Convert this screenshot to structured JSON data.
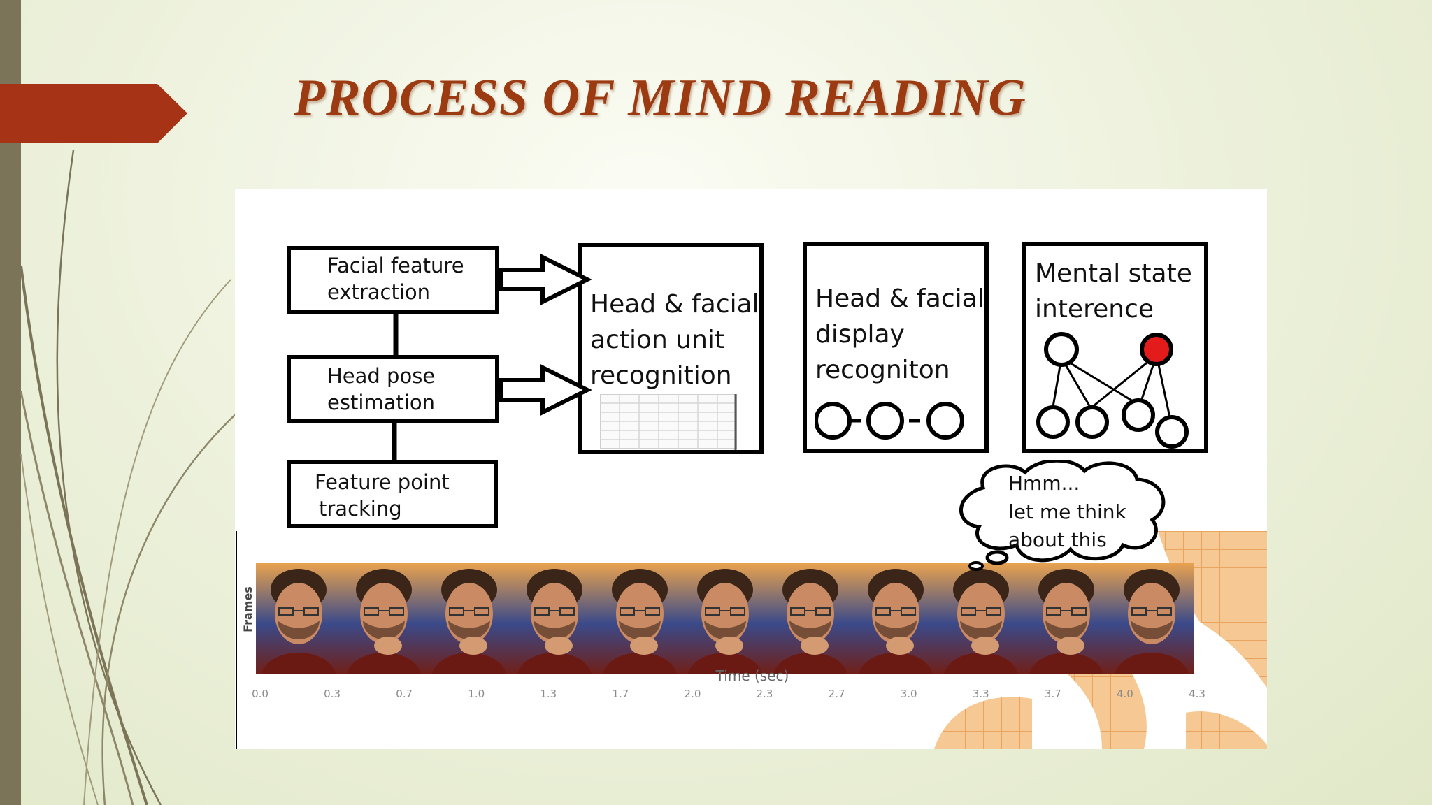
{
  "slide": {
    "title": "PROCESS OF MIND READING",
    "colors": {
      "title": "#9c3a12",
      "accent_arrow": "#a63315",
      "stripe": "#7b7458"
    }
  },
  "diagram": {
    "boxes": {
      "facial_feature_extraction": [
        "Facial feature",
        "extraction"
      ],
      "head_pose_estimation": [
        "Head pose",
        "estimation"
      ],
      "feature_point_tracking": [
        "Feature point",
        "tracking"
      ],
      "action_unit_recognition": [
        "Head & facial",
        "action unit",
        "recognition"
      ],
      "display_recognition": [
        "Head & facial",
        "display",
        "recogniton"
      ],
      "mental_state_inference": [
        "Mental state",
        "interence"
      ]
    },
    "thought_bubble": [
      "Hmm...",
      "let me think",
      "about this"
    ],
    "frames_strip": {
      "frame_count": 11,
      "y_axis_label": "Frames",
      "x_axis_label": "Time (sec)",
      "tick_labels": [
        "0.0",
        "0.3",
        "0.7",
        "1.0",
        "1.3",
        "1.7",
        "2.0",
        "2.3",
        "2.7",
        "3.0",
        "3.3",
        "3.7",
        "4.0",
        "4.3"
      ]
    }
  }
}
